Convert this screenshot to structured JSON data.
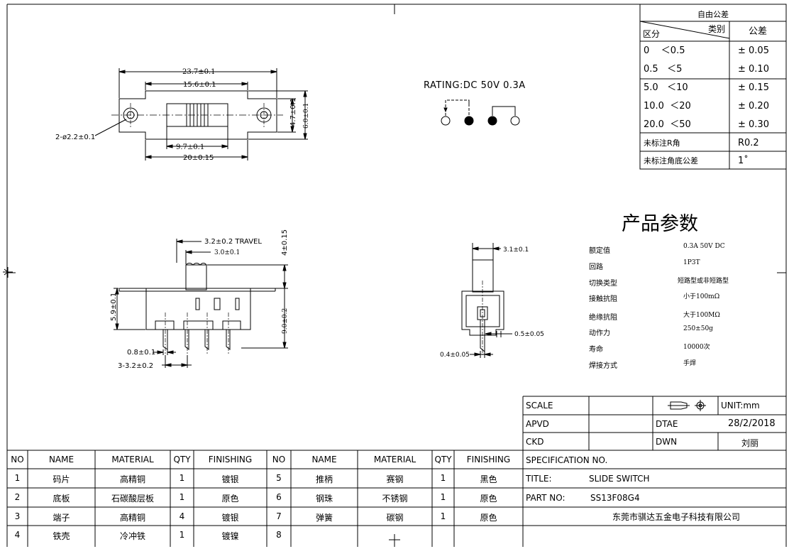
{
  "tolerance_table": {
    "title": "自由公差",
    "header_category": "类别",
    "header_range": "区分",
    "header_tolerance": "公差",
    "rows": [
      {
        "range": "0    ＜0.5",
        "tol": "± 0.05"
      },
      {
        "range": "0.5   ＜5",
        "tol": "± 0.10"
      },
      {
        "range": "5.0   ＜10",
        "tol": "± 0.15"
      },
      {
        "range": "10.0  ＜20",
        "tol": "± 0.20"
      },
      {
        "range": "20.0  ＜50",
        "tol": "± 0.30"
      },
      {
        "range": "未标注R角",
        "tol": "R0.2"
      },
      {
        "range": "未标注角底公差",
        "tol": "1˚"
      }
    ]
  },
  "rating": "RATING:DC 50V 0.3A",
  "params": {
    "title": "产品参数",
    "rows": [
      {
        "label": "额定值",
        "value": "0.3A 50V DC"
      },
      {
        "label": "回路",
        "value": "1P3T"
      },
      {
        "label": "切换类型",
        "value": "短路型或非短路型"
      },
      {
        "label": "接触抗阻",
        "value": "小于100mΩ"
      },
      {
        "label": "绝缘抗阻",
        "value": "大于100MΩ"
      },
      {
        "label": "动作力",
        "value": "250±50g"
      },
      {
        "label": "寿命",
        "value": "10000次"
      },
      {
        "label": "焊接方式",
        "value": "手焊"
      }
    ]
  },
  "dims": {
    "top_overall": "23.7±0.1",
    "top_inner": "15.6±0.1",
    "top_height1": "4.7±0.1",
    "top_height2": "6.0±0.1",
    "top_hole": "2-ø2.2±0.1",
    "top_slot": "9.7±0.1",
    "top_base": "20±0.15",
    "side_travel": "3.2±0.2   TRAVEL",
    "side_knob": "3.0±0.1",
    "side_knob_h": "4±0.15",
    "side_body_h": "9.0±0.2",
    "side_left_h": "5.9±0.1",
    "side_pin_w": "0.8±0.1",
    "side_pitch": "3-3.2±0.2",
    "end_knob": "3.1±0.1",
    "end_pin_w": "0.5±0.05",
    "end_pin_t": "0.4±0.05"
  },
  "title_block": {
    "scale_label": "SCALE",
    "unit": "UNIT:mm",
    "apvd_label": "APVD",
    "dtae_label": "DTAE",
    "date": "28/2/2018",
    "ckd_label": "CKD",
    "dwn_label": "DWN",
    "dwn_name": "刘丽",
    "spec_label": "SPECIFICATION NO.",
    "title_label": "TITLE:",
    "title_value": "SLIDE SWITCH",
    "part_label": "PART NO:",
    "part_value": "SS13F08G4",
    "company": "东莞市骐达五金电子科技有限公司"
  },
  "bom": {
    "headers": [
      "NO",
      "NAME",
      "MATERIAL",
      "QTY",
      "FINISHING"
    ],
    "left": [
      {
        "no": "1",
        "name": "码片",
        "material": "高精铜",
        "qty": "1",
        "finish": "镀银"
      },
      {
        "no": "2",
        "name": "底板",
        "material": "石碳酸层板",
        "qty": "1",
        "finish": "原色"
      },
      {
        "no": "3",
        "name": "端子",
        "material": "高精铜",
        "qty": "4",
        "finish": "镀银"
      },
      {
        "no": "4",
        "name": "铁壳",
        "material": "冷冲铁",
        "qty": "1",
        "finish": "镀镍"
      }
    ],
    "right": [
      {
        "no": "5",
        "name": "推柄",
        "material": "赛钢",
        "qty": "1",
        "finish": "黑色"
      },
      {
        "no": "6",
        "name": "钢珠",
        "material": "不锈钢",
        "qty": "1",
        "finish": "原色"
      },
      {
        "no": "7",
        "name": "弹簧",
        "material": "碳钢",
        "qty": "1",
        "finish": "原色"
      },
      {
        "no": "8",
        "name": "",
        "material": "",
        "qty": "",
        "finish": ""
      }
    ]
  }
}
